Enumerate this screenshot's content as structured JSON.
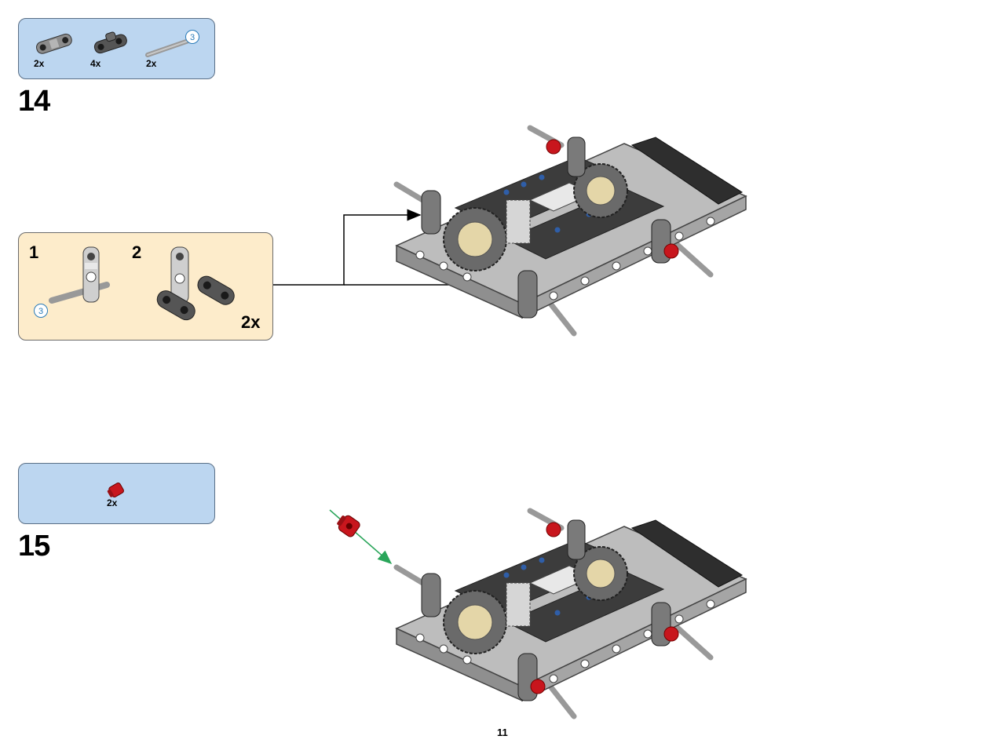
{
  "steps": [
    {
      "number": "14",
      "parts": [
        {
          "qty": "2x",
          "icon": "axle-pin-connector-icon"
        },
        {
          "qty": "4x",
          "icon": "perpendicular-connector-icon"
        },
        {
          "qty": "2x",
          "icon": "axle-3-icon",
          "length": "3"
        }
      ],
      "sub_assembly": {
        "sub_steps": [
          "1",
          "2"
        ],
        "axle_length": "3",
        "multiplier": "2x"
      }
    },
    {
      "number": "15",
      "parts": [
        {
          "qty": "2x",
          "icon": "red-bush-icon"
        }
      ]
    }
  ],
  "page_number": "11",
  "colors": {
    "parts_box": "#bcd6f0",
    "sub_box": "#fdeccb",
    "insert_arrow": "#2aa55a",
    "red_part": "#c8161d",
    "badge": "#2a7bb8"
  }
}
